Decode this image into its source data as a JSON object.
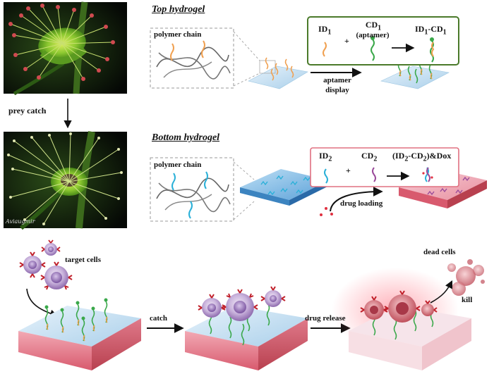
{
  "left_panel": {
    "transition_label": "prey catch",
    "signature_text": "Aviaugmir"
  },
  "top_hydrogel": {
    "title": "Top hydrogel",
    "chain_label": "polymer chain",
    "box": {
      "id_label": "ID",
      "id_sub": "1",
      "cd_label": "CD",
      "cd_sub": "1",
      "cd_note": "(aptamer)",
      "plus": "+",
      "result_id": "ID",
      "result_id_sub": "1",
      "result_sep": "-CD",
      "result_cd_sub": "1"
    },
    "step_line1": "aptamer",
    "step_line2": "display"
  },
  "bottom_hydrogel": {
    "title": "Bottom hydrogel",
    "chain_label": "polymer chain",
    "box": {
      "id_label": "ID",
      "id_sub": "2",
      "cd_label": "CD",
      "cd_sub": "2",
      "plus": "+",
      "result_prefix": "(ID",
      "result_id_sub": "2",
      "result_sep": "-CD",
      "result_cd_sub": "2",
      "result_suffix": ")&Dox"
    },
    "step_label": "drug loading"
  },
  "bottom_row": {
    "target_cells": "target cells",
    "catch": "catch",
    "drug_release": "drug release",
    "dead_cells": "dead cells",
    "kill": "kill"
  },
  "colors": {
    "orange_strand": "#f0a050",
    "green_strand": "#3aa84a",
    "blue_strand": "#2ab0d8",
    "purple_strand": "#9a4a9a",
    "green_box": "#4a7a2a",
    "pink_box": "#e07080",
    "gel_top": "#cfe6f6",
    "gel_side_pink": "#e07a8a",
    "cell_purple": "#9a7ab8",
    "receptor_red": "#c0202a"
  }
}
